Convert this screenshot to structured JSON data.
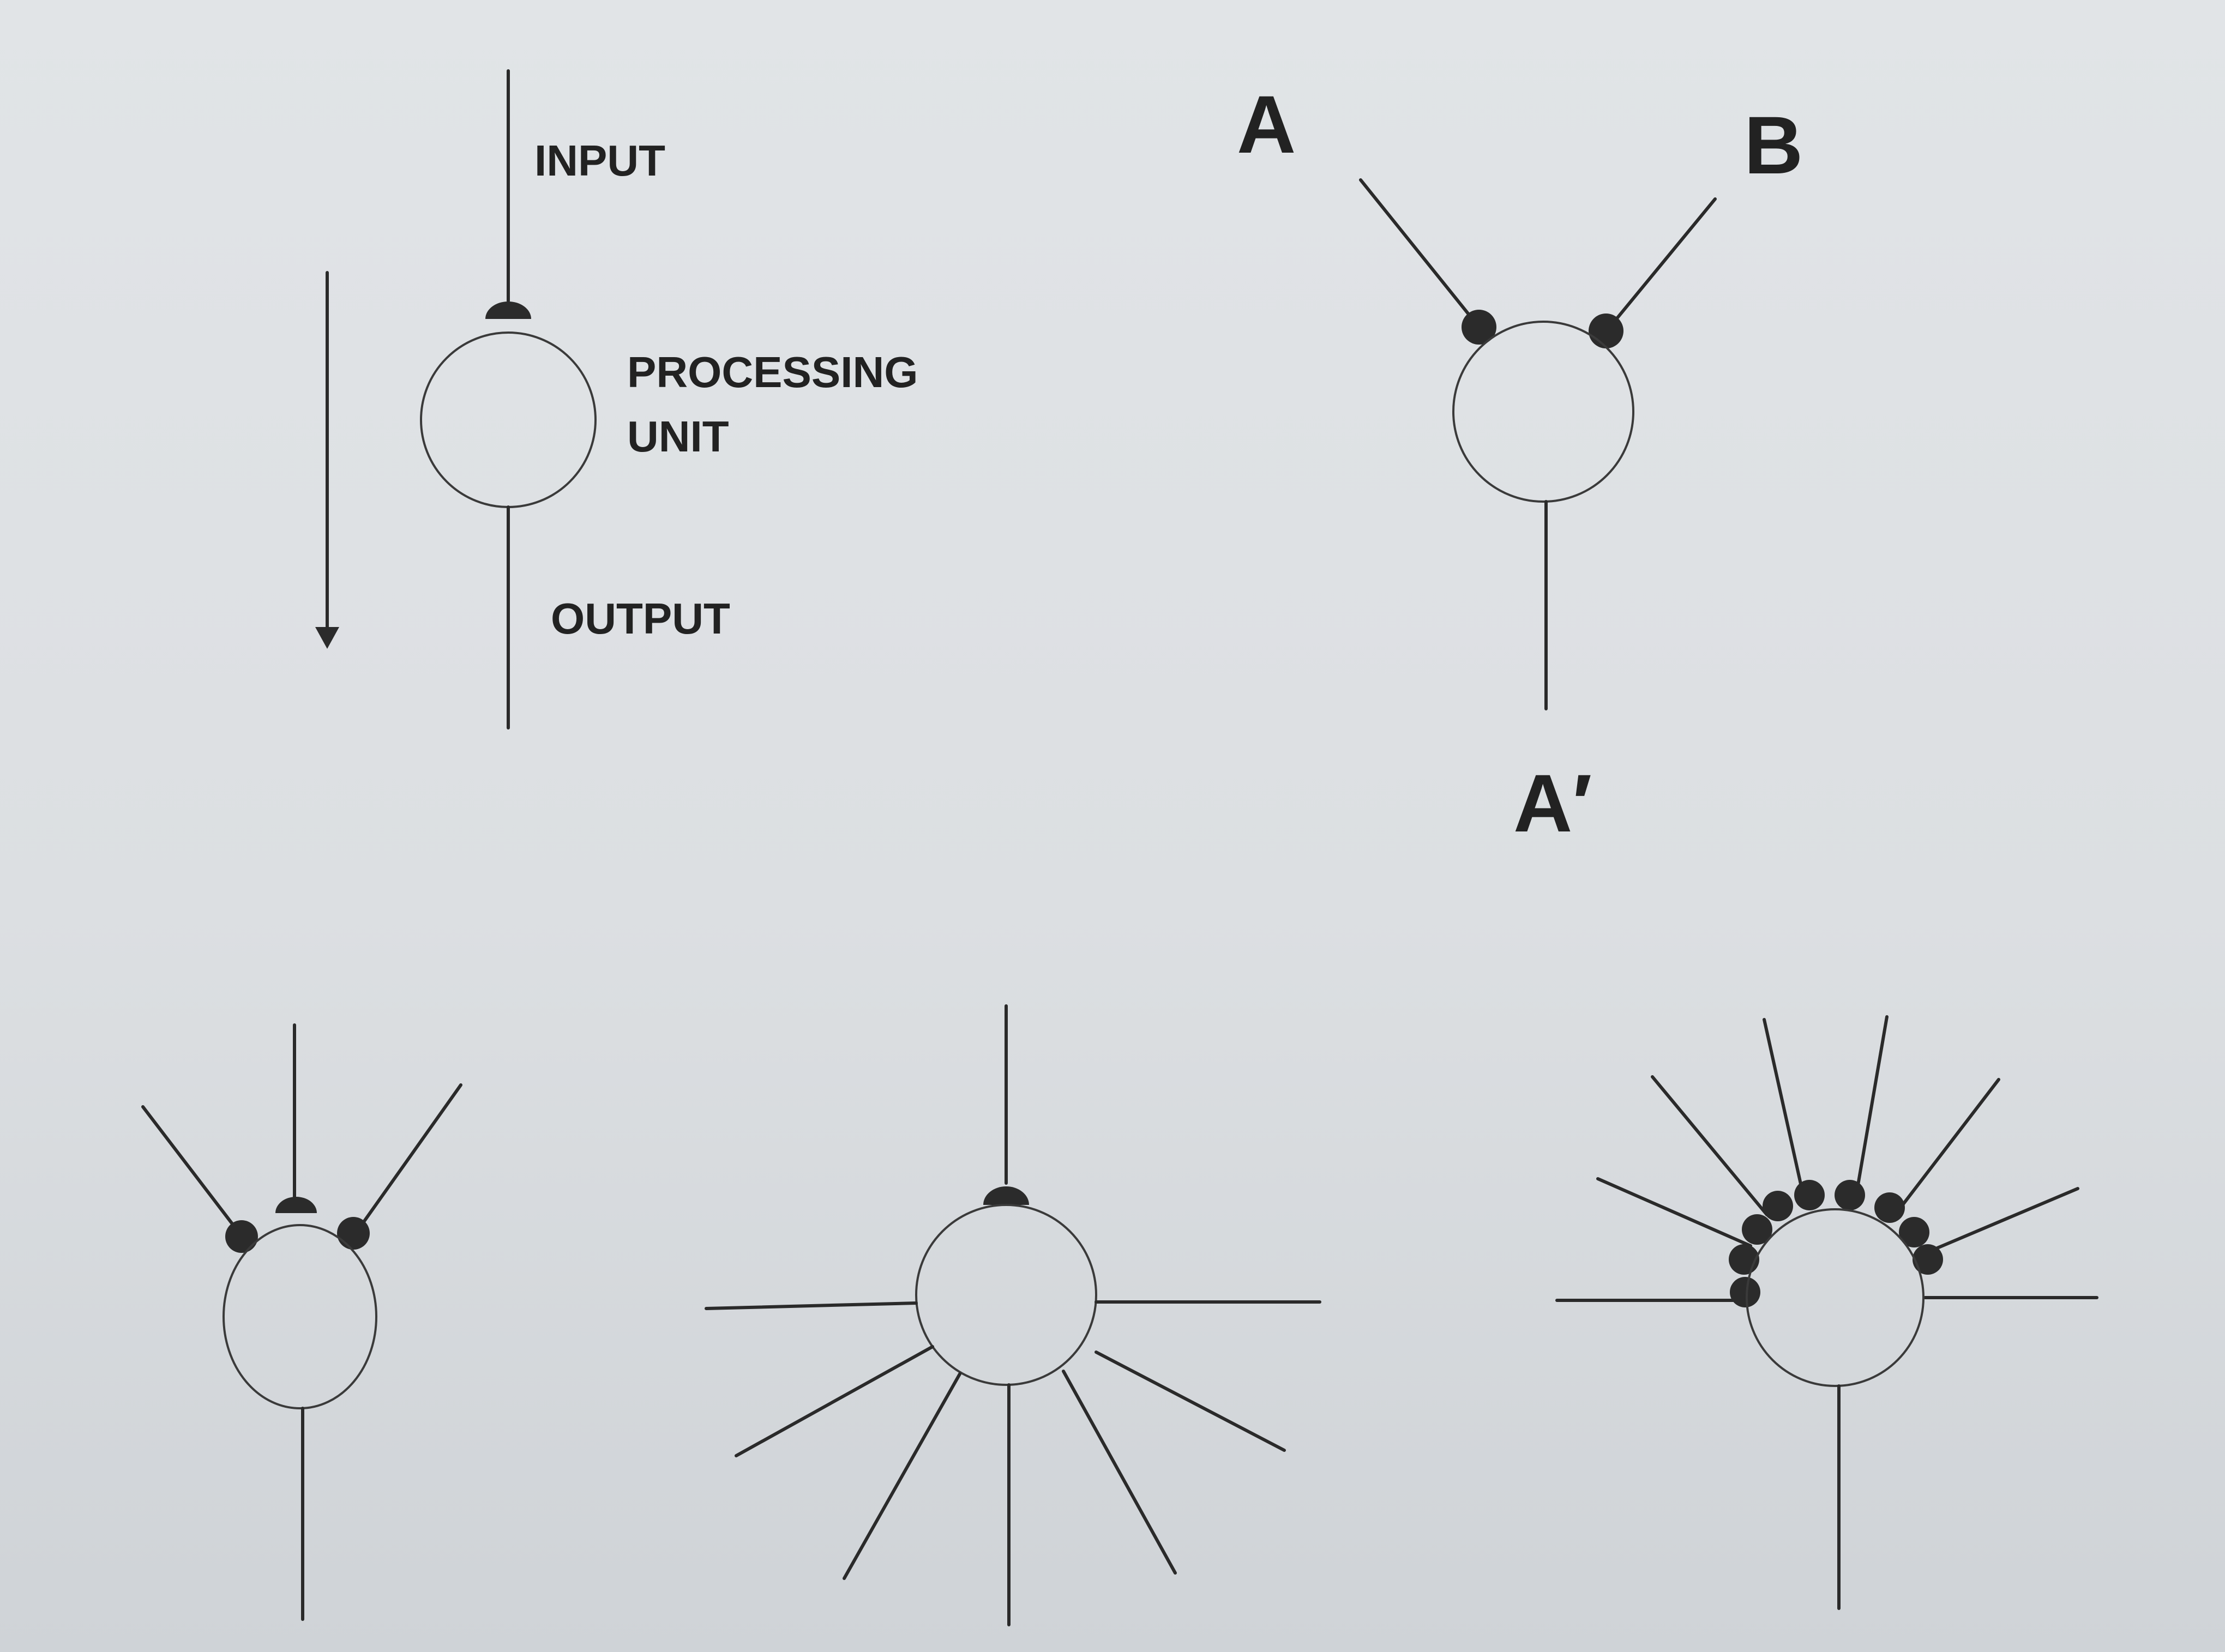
{
  "diagram": {
    "labels": {
      "input": "INPUT",
      "processing_line1": "PROCESSING",
      "processing_line2": "UNIT",
      "output": "OUTPUT",
      "a": "A",
      "b": "B",
      "a_prime": "A′"
    }
  },
  "colors": {
    "background": "#dcdfe2",
    "ink": "#2a2a2a"
  }
}
